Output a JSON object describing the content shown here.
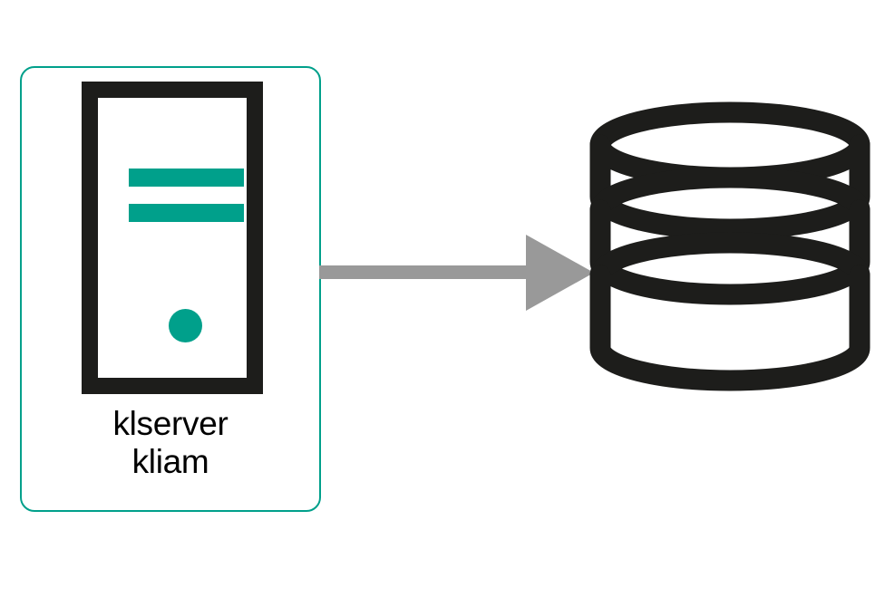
{
  "diagram": {
    "title": "",
    "colors": {
      "accent_teal": "#00a08b",
      "icon_black": "#1d1d1b",
      "arrow_gray": "#999999",
      "background": "#ffffff"
    },
    "nodes": [
      {
        "id": "server-node",
        "type": "server",
        "icon": "server-tower-icon",
        "label_lines": [
          "klserver",
          "kliam"
        ],
        "label_line_1": "klserver",
        "label_line_2": "kliam",
        "border_color": "#00a08b",
        "accent_color": "#00a08b"
      },
      {
        "id": "database-node",
        "type": "database",
        "icon": "database-cylinder-icon",
        "label_lines": [],
        "disc_count": 3,
        "color": "#1d1d1b"
      }
    ],
    "edges": [
      {
        "id": "server-to-database",
        "from": "server-node",
        "to": "database-node",
        "style": "solid-block-arrow",
        "direction": "right",
        "color": "#999999",
        "label": ""
      }
    ]
  }
}
